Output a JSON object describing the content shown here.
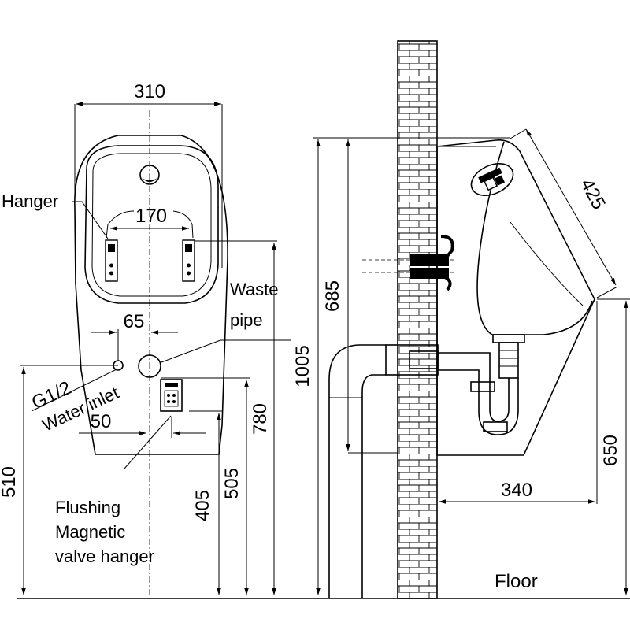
{
  "dimensions": {
    "width_310": "310",
    "hanger_spacing_170": "170",
    "inlet_offset_65": "65",
    "inlet_offset_50": "50",
    "height_510": "510",
    "height_405": "405",
    "height_505": "505",
    "height_780": "780",
    "height_1005": "1005",
    "height_685": "685",
    "diag_425": "425",
    "height_650": "650",
    "depth_340": "340"
  },
  "labels": {
    "hanger": "Hanger",
    "waste_line1": "Waste",
    "waste_line2": "pipe",
    "g12": "G1/2",
    "water_inlet": "Water inlet",
    "flush_line1": "Flushing",
    "flush_line2": "Magnetic",
    "flush_line3": "valve hanger",
    "floor": "Floor"
  }
}
